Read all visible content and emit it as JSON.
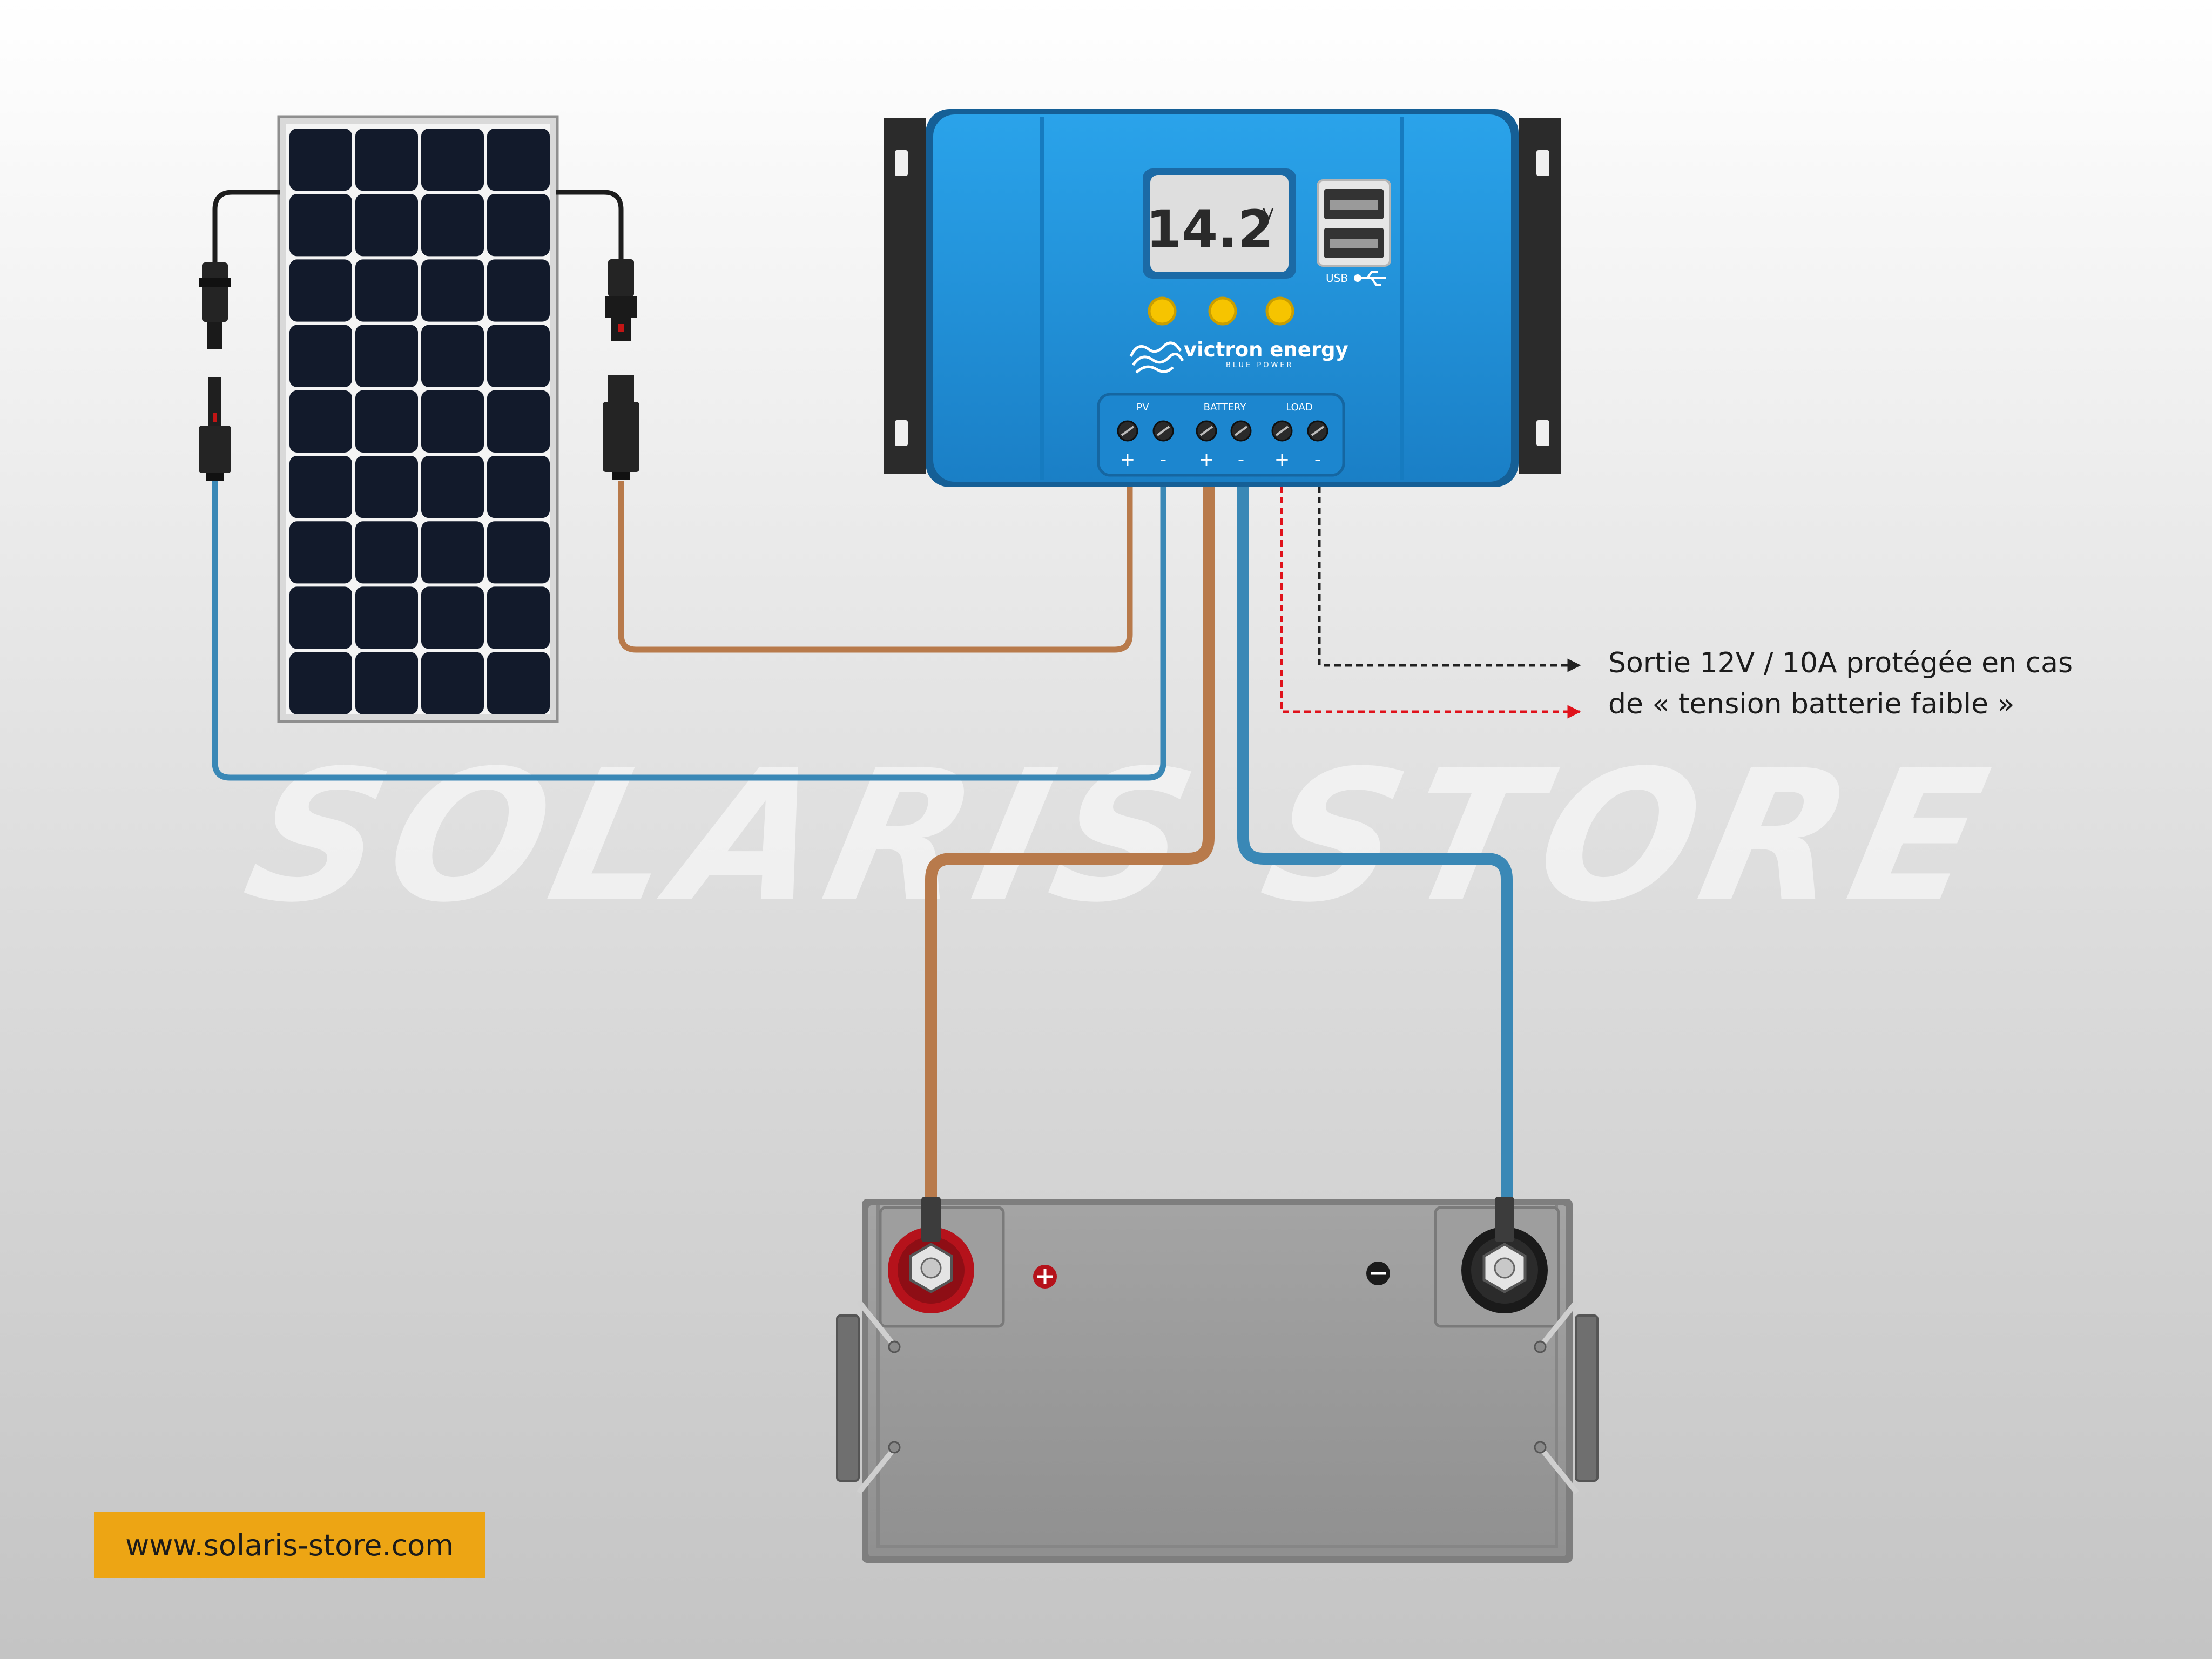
{
  "watermark": "SOLARIS STORE",
  "controller": {
    "brand": "victron energy",
    "sub_brand": "BLUE POWER",
    "display_value": "14.2",
    "display_unit": "V",
    "usb_label": "USB",
    "terminal_groups": [
      "PV",
      "BATTERY",
      "LOAD"
    ],
    "polarity_labels": [
      "+",
      "-",
      "+",
      "-",
      "+",
      "-"
    ]
  },
  "output_note": {
    "line1": "Sortie 12V / 10A protégée en cas",
    "line2": "de « tension batterie faible »"
  },
  "website": "www.solaris-store.com",
  "colors": {
    "positive_cable": "#b87a4b",
    "negative_cable": "#3a88b6",
    "controller_blue": "#1e8fd8",
    "load_positive_arrow": "#e0121b",
    "load_negative_arrow": "#222222",
    "badge": "#eda514"
  },
  "icons": [
    "usb-icon",
    "positive-terminal-icon",
    "negative-terminal-icon",
    "arrow-right-icon"
  ]
}
